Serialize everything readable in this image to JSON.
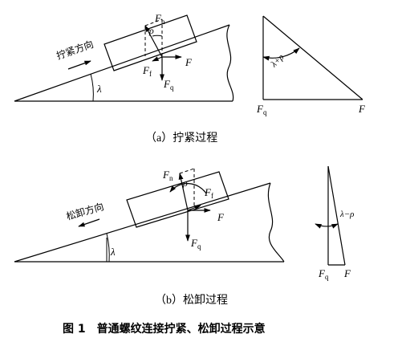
{
  "panel_a": {
    "direction_label": "拧紧方向",
    "Fn_main": "F",
    "Fn_sub": "n",
    "Ff_main": "F",
    "Ff_sub": "f",
    "Fq_main": "F",
    "Fq_sub": "q",
    "F_label": "F",
    "rho": "ρ",
    "lambda": "λ",
    "tri_angle": "λ+ρ",
    "tri_Fq_main": "F",
    "tri_Fq_sub": "q",
    "tri_F": "F",
    "caption": "（a）拧紧过程"
  },
  "panel_b": {
    "direction_label": "松卸方向",
    "Fn_main": "F",
    "Fn_sub": "n",
    "Ff_main": "F",
    "Ff_sub": "f",
    "Fq_main": "F",
    "Fq_sub": "q",
    "F_label": "F",
    "rho": "ρ",
    "lambda": "λ",
    "tri_angle": "λ−ρ",
    "tri_Fq_main": "F",
    "tri_Fq_sub": "q",
    "tri_F": "F",
    "caption": "（b）松卸过程"
  },
  "figure_caption": "图 1　普通螺纹连接拧紧、松卸过程示意"
}
